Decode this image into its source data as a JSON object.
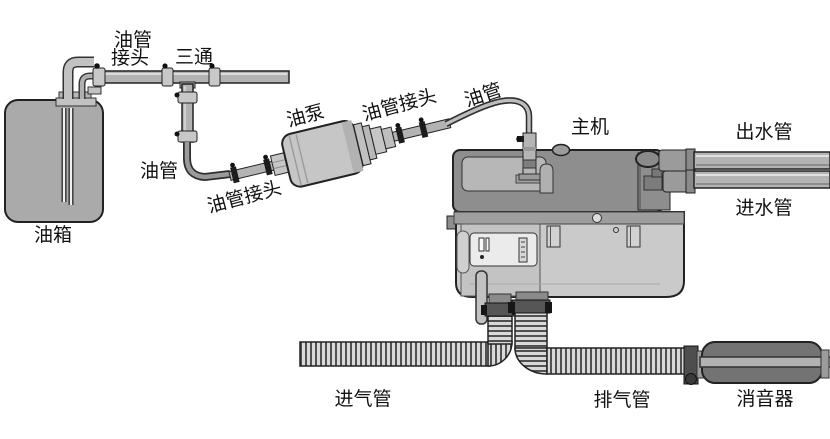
{
  "diagram": {
    "type": "parking-heater-installation-diagram",
    "labels": {
      "fuel_pipe_connector_top_line1": "油管",
      "fuel_pipe_connector_top_line2": "接头",
      "tee": "三通",
      "oil_pipe_left": "油管",
      "oil_pipe_connector_left": "油管接头",
      "oil_pump": "油泵",
      "oil_pipe_connector_right": "油管接头",
      "oil_pipe_right": "油管",
      "main_unit": "主机",
      "water_outlet_pipe": "出水管",
      "water_inlet_pipe": "进水管",
      "fuel_tank": "油箱",
      "air_intake_pipe": "进气管",
      "exhaust_pipe": "排气管",
      "muffler": "消音器"
    },
    "colors": {
      "background": "#ffffff",
      "outline": "#222222",
      "pipe_gray": "#b3b3b3",
      "tank_gray": "#aaaaaa",
      "housing_dark": "#8e8e8e",
      "housing_light": "#cacaca",
      "corrugated_light": "#d9d9d9",
      "corrugated_dark": "#515151",
      "muffler_gray": "#737373",
      "text": "#121212"
    }
  }
}
